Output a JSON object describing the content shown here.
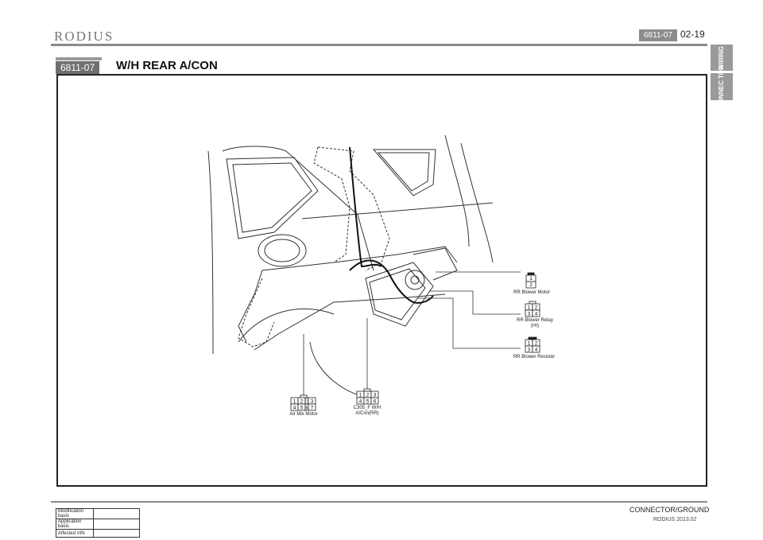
{
  "header": {
    "brand": "RODIUS",
    "section_code": "6811-07",
    "page_number": "02-19"
  },
  "side_tabs": [
    "WIRING",
    "CONNEC TOR"
  ],
  "title": {
    "code": "6811-07",
    "text": "W/H REAR A/CON"
  },
  "diagram": {
    "connectors": [
      {
        "pins": [
          "1",
          "2"
        ],
        "label": "RR Blower Motor"
      },
      {
        "pins": [
          "1",
          "2",
          "3",
          "4"
        ],
        "label": "RR Blower Relay (HI)"
      },
      {
        "pins": [
          "1",
          "2",
          "3",
          "4"
        ],
        "label": "RR Blower Resister"
      },
      {
        "pins": [
          "1",
          "2",
          "3",
          "4",
          "5",
          "6",
          "7"
        ],
        "label": "Air Mix Motor"
      },
      {
        "pins": [
          "1",
          "2",
          "3",
          "4",
          "5",
          "6"
        ],
        "label": "C305_F W/H A/Con(RR)"
      }
    ]
  },
  "footer": {
    "section": "CONNECTOR/GROUND",
    "edition": "RODIUS 2013.02",
    "table": [
      {
        "key": "Modification basis",
        "value": ""
      },
      {
        "key": "Application basis",
        "value": ""
      },
      {
        "key": "Affected VIN",
        "value": ""
      }
    ]
  }
}
